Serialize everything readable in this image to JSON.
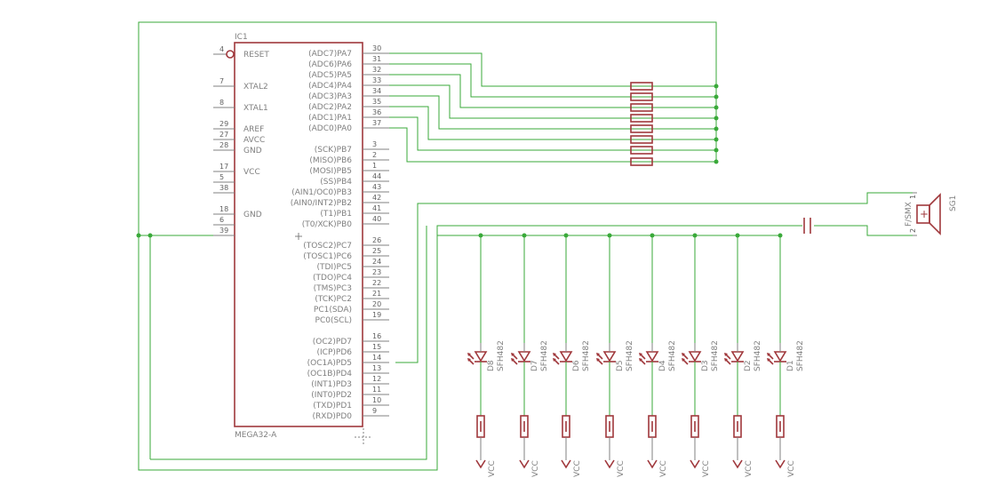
{
  "ic": {
    "ref": "IC1",
    "value": "MEGA32-A",
    "left_pins": [
      {
        "num": "4",
        "name": "RESET"
      },
      {
        "num": "7",
        "name": "XTAL2"
      },
      {
        "num": "8",
        "name": "XTAL1"
      },
      {
        "num": "29",
        "name": "AREF"
      },
      {
        "num": "27",
        "name": "AVCC"
      },
      {
        "num": "28",
        "name": "GND"
      },
      {
        "num": "17",
        "name": "VCC"
      },
      {
        "num": "5",
        "name": ""
      },
      {
        "num": "38",
        "name": ""
      },
      {
        "num": "18",
        "name": "GND"
      },
      {
        "num": "6",
        "name": ""
      },
      {
        "num": "39",
        "name": ""
      }
    ],
    "right_pins": [
      {
        "num": "30",
        "name": "(ADC7)PA7"
      },
      {
        "num": "31",
        "name": "(ADC6)PA6"
      },
      {
        "num": "32",
        "name": "(ADC5)PA5"
      },
      {
        "num": "33",
        "name": "(ADC4)PA4"
      },
      {
        "num": "34",
        "name": "(ADC3)PA3"
      },
      {
        "num": "35",
        "name": "(ADC2)PA2"
      },
      {
        "num": "36",
        "name": "(ADC1)PA1"
      },
      {
        "num": "37",
        "name": "(ADC0)PA0"
      },
      {
        "num": "3",
        "name": "(SCK)PB7"
      },
      {
        "num": "2",
        "name": "(MISO)PB6"
      },
      {
        "num": "1",
        "name": "(MOSI)PB5"
      },
      {
        "num": "44",
        "name": "(SS)PB4"
      },
      {
        "num": "43",
        "name": "(AIN1/OC0)PB3"
      },
      {
        "num": "42",
        "name": "(AIN0/INT2)PB2"
      },
      {
        "num": "41",
        "name": "(T1)PB1"
      },
      {
        "num": "40",
        "name": "(T0/XCK)PB0"
      },
      {
        "num": "26",
        "name": "(TOSC2)PC7"
      },
      {
        "num": "25",
        "name": "(TOSC1)PC6"
      },
      {
        "num": "24",
        "name": "(TDI)PC5"
      },
      {
        "num": "23",
        "name": "(TDO)PC4"
      },
      {
        "num": "22",
        "name": "(TMS)PC3"
      },
      {
        "num": "21",
        "name": "(TCK)PC2"
      },
      {
        "num": "20",
        "name": "PC1(SDA)"
      },
      {
        "num": "19",
        "name": "PC0(SCL)"
      },
      {
        "num": "16",
        "name": "(OC2)PD7"
      },
      {
        "num": "15",
        "name": "(ICP)PD6"
      },
      {
        "num": "14",
        "name": "(OC1A)PD5"
      },
      {
        "num": "13",
        "name": "(OC1B)PD4"
      },
      {
        "num": "12",
        "name": "(INT1)PD3"
      },
      {
        "num": "11",
        "name": "(INT0)PD2"
      },
      {
        "num": "10",
        "name": "(TXD)PD1"
      },
      {
        "num": "9",
        "name": "(RXD)PD0"
      }
    ]
  },
  "speaker": {
    "ref": "SG1",
    "value": "F/SMX",
    "pin1": "1",
    "pin2": "2",
    "plus": "+"
  },
  "leds": [
    {
      "ref": "D8",
      "value": "SFH482"
    },
    {
      "ref": "D7",
      "value": "SFH482"
    },
    {
      "ref": "D6",
      "value": "SFH482"
    },
    {
      "ref": "D5",
      "value": "SFH482"
    },
    {
      "ref": "D4",
      "value": "SFH482"
    },
    {
      "ref": "D3",
      "value": "SFH482"
    },
    {
      "ref": "D2",
      "value": "SFH482"
    },
    {
      "ref": "D1",
      "value": "SFH482"
    }
  ],
  "supply_label": "VCC",
  "colors": {
    "wire": "#39a939",
    "symbol": "#a0383c",
    "text": "#7f7f7f"
  }
}
